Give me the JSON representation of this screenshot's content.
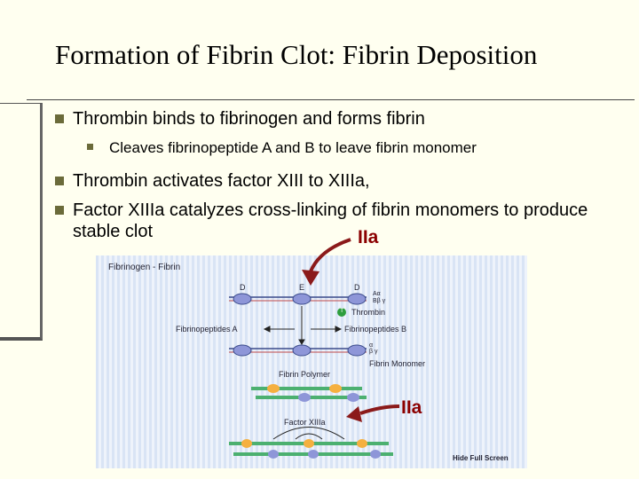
{
  "title": "Formation of Fibrin Clot: Fibrin Deposition",
  "bullets": [
    "Thrombin binds to fibrinogen and forms fibrin",
    "Thrombin activates factor XIII to XIIIa,",
    "Factor XIIIa catalyzes cross-linking of fibrin monomers to produce stable clot"
  ],
  "sub_bullet": "Cleaves fibrinopeptide A and B to leave fibrin monomer",
  "iia_label_top": "IIa",
  "iia_label_bottom": "IIa",
  "figure": {
    "title": "Fibrinogen - Fibrin",
    "domain_d": "D",
    "domain_e": "E",
    "chain_labels": "Aα Bβ γ",
    "thrombin_badge": "T",
    "thrombin": "Thrombin",
    "fibrinopeptides_a": "Fibrinopeptides A",
    "fibrinopeptides_b": "Fibrinopeptides B",
    "monomer_chains": "α β γ",
    "fibrin_monomer": "Fibrin Monomer",
    "fibrin_polymer": "Fibrin Polymer",
    "factor_xiiia": "Factor XIIIa",
    "hide_full_screen": "Hide Full Screen"
  },
  "colors": {
    "background": "#fffff0",
    "bullet": "#6b6b3a",
    "arrow": "#8b1a1a",
    "iia_label": "#8b0000",
    "thrombin": "#2e9e3e",
    "chain_line": "#3a4a8a",
    "domain_blue": "#8e96d8",
    "domain_orange": "#f5b040",
    "fibrin_green": "#4cb070"
  }
}
